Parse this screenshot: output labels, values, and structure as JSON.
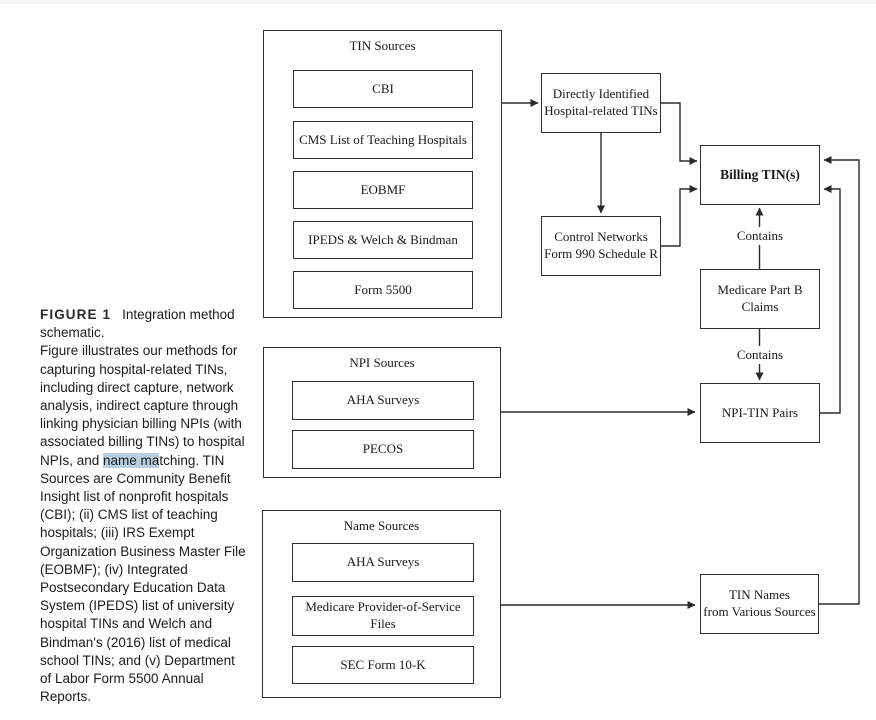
{
  "caption": {
    "label": "FIGURE 1",
    "title": "Integration method schematic.",
    "body_before": "Figure illustrates our methods for capturing hospital-related TINs, including direct capture, network analysis, indirect capture through linking physician billing NPIs (with associated billing TINs) to hospital NPIs, and ",
    "body_highlight": "name ma",
    "body_after": "tching. TIN Sources are Community Benefit Insight list of nonprofit hospitals (CBI); (ii) CMS list of teaching hospitals; (iii) IRS Exempt Organization Business Master File (EOBMF); (iv) Integrated Postsecondary Education Data System (IPEDS) list of university hospital TINs and Welch and Bindman's (2016) list of medical school TINs; and (v) Department of Labor Form 5500 Annual Reports."
  },
  "diagram": {
    "groups": [
      {
        "title": "TIN Sources",
        "items": [
          "CBI",
          "CMS List of Teaching Hospitals",
          "EOBMF",
          "IPEDS & Welch & Bindman",
          "Form 5500"
        ]
      },
      {
        "title": "NPI Sources",
        "items": [
          "AHA Surveys",
          "PECOS"
        ]
      },
      {
        "title": "Name Sources",
        "items": [
          "AHA Surveys",
          "Medicare Provider-of-Service Files",
          "SEC Form 10-K"
        ]
      }
    ],
    "nodes": {
      "directly_identified": "Directly Identified\nHospital-related TINs",
      "control_networks": "Control Networks\nForm 990 Schedule R",
      "billing_tins": "Billing TIN(s)",
      "medicare_part_b": "Medicare Part B\nClaims",
      "npi_tin_pairs": "NPI-TIN Pairs",
      "tin_names": "TIN Names\nfrom Various Sources"
    },
    "edge_labels": {
      "contains_upper": "Contains",
      "contains_lower": "Contains"
    },
    "colors": {
      "line": "#2b2b2b",
      "box_border": "#2e2e2e",
      "highlight": "#b9cfe1"
    }
  }
}
